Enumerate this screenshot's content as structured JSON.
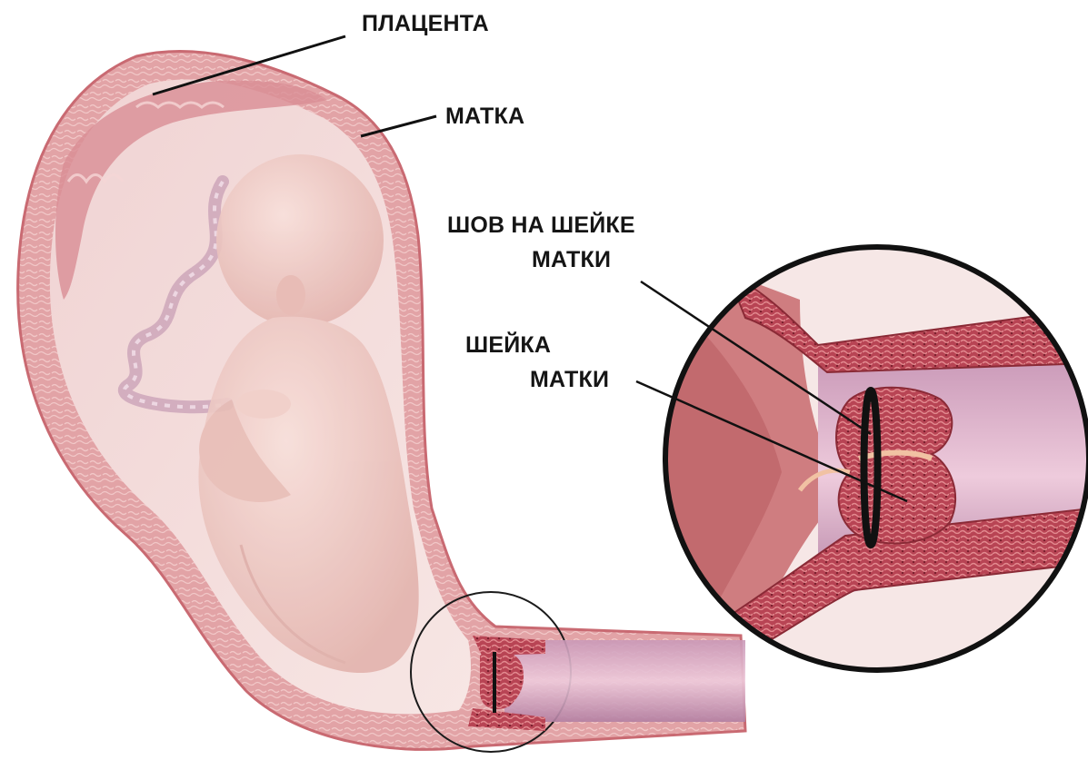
{
  "labels": {
    "placenta": "ПЛАЦЕНТА",
    "uterus": "МАТКА",
    "suture_line1": "ШОВ НА ШЕЙКЕ",
    "suture_line2": "МАТКИ",
    "cervix_line1": "ШЕЙКА",
    "cervix_line2": "МАТКИ"
  },
  "colors": {
    "uterine_wall": "#c8646c",
    "wall_light": "#e8b4b4",
    "amniotic_fill": "#f3dede",
    "fetus": "#f1cfc9",
    "canal": "#d9a9c2",
    "suture": "#111111",
    "leader": "#111111"
  }
}
